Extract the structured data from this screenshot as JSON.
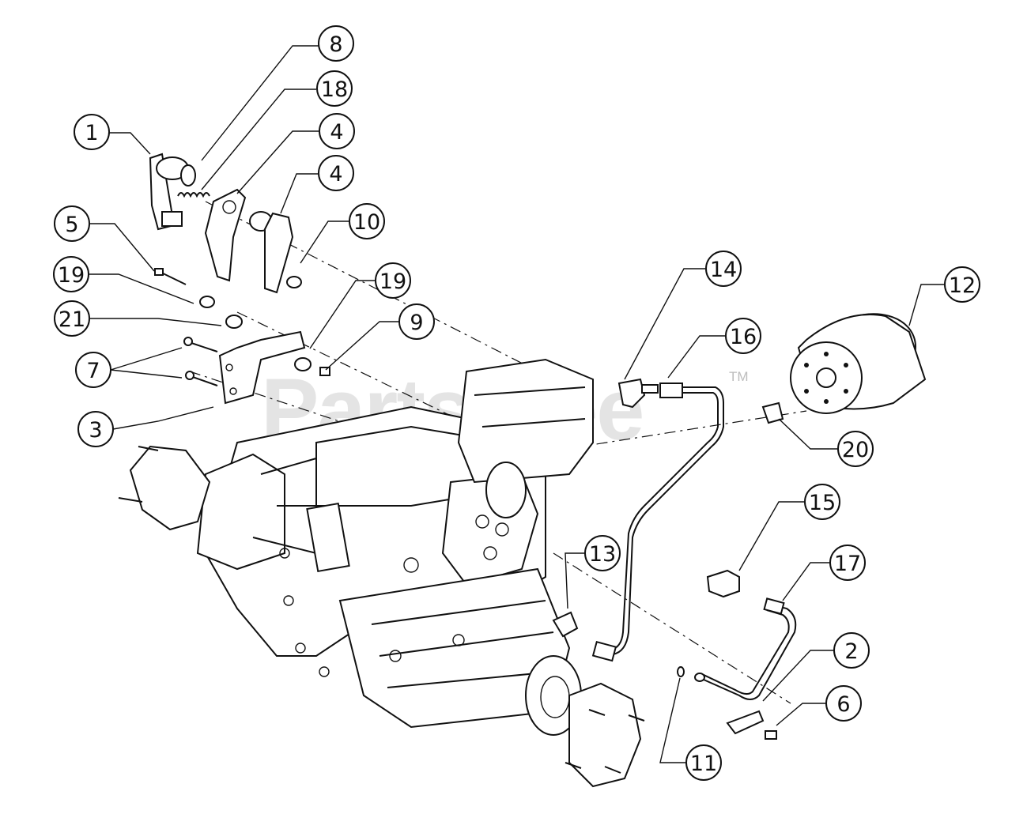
{
  "watermark": {
    "text": "PartsTree",
    "trademark": "TM"
  },
  "callouts": [
    "8",
    "18",
    "1",
    "4",
    "4",
    "10",
    "5",
    "19",
    "21",
    "19",
    "9",
    "7",
    "3",
    "14",
    "16",
    "12",
    "20",
    "15",
    "13",
    "17",
    "2",
    "6",
    "11"
  ]
}
